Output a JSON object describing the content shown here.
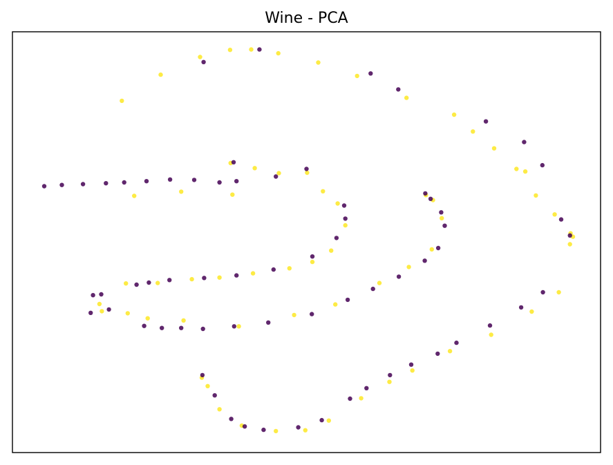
{
  "chart_data": {
    "type": "scatter",
    "title": "Wine - PCA",
    "xlabel": "",
    "ylabel": "",
    "xlim": [
      0,
      100
    ],
    "ylim": [
      0,
      100
    ],
    "axes_ticks": false,
    "grid": false,
    "legend": false,
    "colors": {
      "class_0": "#440154",
      "class_1": "#fde725"
    },
    "series": [
      {
        "class": 1,
        "points": [
          [
            18.6,
            83.6
          ],
          [
            25.2,
            89.8
          ],
          [
            31.9,
            94.0
          ],
          [
            37.0,
            95.7
          ],
          [
            40.6,
            95.8
          ],
          [
            45.2,
            94.9
          ],
          [
            52.0,
            92.7
          ],
          [
            58.6,
            89.5
          ],
          [
            67.0,
            84.3
          ],
          [
            75.1,
            80.3
          ],
          [
            78.3,
            76.3
          ],
          [
            81.9,
            72.3
          ],
          [
            85.7,
            67.4
          ],
          [
            87.2,
            66.8
          ],
          [
            89.0,
            61.1
          ],
          [
            92.2,
            56.6
          ],
          [
            94.9,
            52.1
          ],
          [
            95.3,
            51.3
          ],
          [
            94.8,
            49.5
          ],
          [
            37.1,
            68.8
          ],
          [
            41.2,
            67.6
          ],
          [
            45.3,
            66.4
          ],
          [
            50.1,
            66.5
          ],
          [
            52.8,
            62.1
          ],
          [
            55.3,
            59.2
          ],
          [
            56.6,
            54.0
          ],
          [
            54.2,
            48.0
          ],
          [
            51.0,
            45.3
          ],
          [
            47.1,
            43.8
          ],
          [
            40.9,
            42.6
          ],
          [
            35.2,
            41.6
          ],
          [
            30.5,
            41.2
          ],
          [
            24.7,
            40.3
          ],
          [
            19.3,
            40.2
          ],
          [
            20.7,
            61.0
          ],
          [
            28.7,
            62.0
          ],
          [
            37.4,
            61.3
          ],
          [
            14.8,
            35.3
          ],
          [
            15.2,
            33.6
          ],
          [
            19.6,
            33.1
          ],
          [
            23.0,
            31.9
          ],
          [
            29.1,
            31.4
          ],
          [
            38.5,
            30.0
          ],
          [
            47.9,
            32.7
          ],
          [
            54.9,
            35.2
          ],
          [
            62.4,
            40.3
          ],
          [
            67.4,
            44.1
          ],
          [
            71.3,
            48.3
          ],
          [
            73.0,
            55.7
          ],
          [
            71.5,
            60.0
          ],
          [
            70.3,
            61.2
          ],
          [
            92.9,
            38.1
          ],
          [
            88.3,
            33.5
          ],
          [
            81.4,
            28.0
          ],
          [
            74.4,
            24.1
          ],
          [
            68.0,
            19.5
          ],
          [
            64.1,
            16.8
          ],
          [
            59.3,
            12.9
          ],
          [
            53.8,
            7.6
          ],
          [
            49.8,
            5.3
          ],
          [
            44.8,
            5.1
          ],
          [
            39.0,
            6.4
          ],
          [
            35.2,
            10.3
          ],
          [
            33.2,
            15.8
          ],
          [
            32.2,
            17.8
          ]
        ]
      },
      {
        "class": 0,
        "points": [
          [
            32.5,
            92.8
          ],
          [
            42.0,
            95.8
          ],
          [
            60.9,
            90.1
          ],
          [
            65.6,
            86.3
          ],
          [
            80.5,
            78.7
          ],
          [
            87.0,
            73.8
          ],
          [
            90.1,
            68.3
          ],
          [
            93.3,
            55.4
          ],
          [
            94.8,
            51.6
          ],
          [
            5.4,
            63.3
          ],
          [
            8.4,
            63.6
          ],
          [
            12.0,
            63.8
          ],
          [
            15.9,
            64.0
          ],
          [
            19.0,
            64.2
          ],
          [
            22.8,
            64.5
          ],
          [
            26.8,
            64.9
          ],
          [
            30.9,
            64.8
          ],
          [
            35.2,
            64.2
          ],
          [
            38.1,
            64.5
          ],
          [
            37.6,
            69.0
          ],
          [
            44.8,
            65.6
          ],
          [
            50.0,
            67.4
          ],
          [
            56.4,
            58.7
          ],
          [
            56.6,
            55.6
          ],
          [
            55.1,
            51.0
          ],
          [
            51.0,
            46.6
          ],
          [
            44.4,
            43.5
          ],
          [
            38.1,
            42.1
          ],
          [
            32.6,
            41.5
          ],
          [
            26.7,
            41.0
          ],
          [
            23.2,
            40.4
          ],
          [
            21.1,
            39.9
          ],
          [
            15.1,
            37.6
          ],
          [
            13.7,
            37.4
          ],
          [
            13.3,
            33.2
          ],
          [
            16.4,
            34.0
          ],
          [
            22.4,
            30.1
          ],
          [
            25.4,
            29.6
          ],
          [
            28.7,
            29.6
          ],
          [
            32.4,
            29.4
          ],
          [
            37.7,
            30.0
          ],
          [
            43.5,
            30.9
          ],
          [
            50.9,
            32.9
          ],
          [
            57.0,
            36.3
          ],
          [
            61.3,
            38.9
          ],
          [
            65.7,
            41.8
          ],
          [
            70.1,
            45.6
          ],
          [
            72.4,
            48.6
          ],
          [
            73.5,
            53.9
          ],
          [
            72.9,
            57.1
          ],
          [
            71.1,
            60.3
          ],
          [
            70.2,
            61.6
          ],
          [
            90.2,
            38.1
          ],
          [
            86.5,
            34.5
          ],
          [
            81.2,
            30.2
          ],
          [
            75.5,
            26.1
          ],
          [
            72.3,
            23.5
          ],
          [
            67.8,
            20.9
          ],
          [
            64.2,
            18.4
          ],
          [
            60.2,
            15.3
          ],
          [
            57.4,
            12.8
          ],
          [
            52.6,
            7.7
          ],
          [
            48.6,
            6.0
          ],
          [
            42.7,
            5.4
          ],
          [
            39.5,
            6.2
          ],
          [
            37.2,
            8.0
          ],
          [
            34.4,
            13.6
          ],
          [
            32.3,
            18.4
          ]
        ]
      }
    ]
  }
}
